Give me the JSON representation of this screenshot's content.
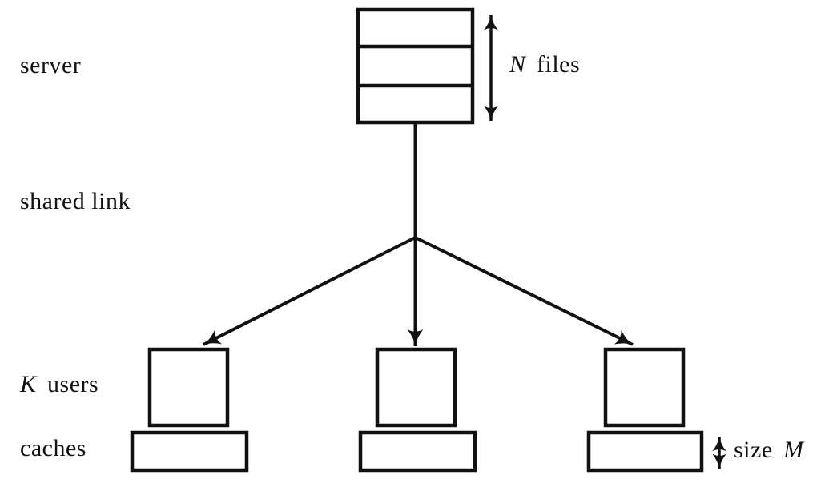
{
  "figure": {
    "background": "#ffffff",
    "line_color": "#111111",
    "labels": {
      "server": "server",
      "shared_link": "shared link",
      "k_users": {
        "variable": "K",
        "rest": "users"
      },
      "caches": "caches",
      "n_files": {
        "variable": "N",
        "rest": "files"
      },
      "size_m": {
        "prefix": "size",
        "variable": "M"
      }
    },
    "structure": {
      "server_file_rows": 3,
      "users_shown": 3,
      "caches_shown": 3
    }
  }
}
